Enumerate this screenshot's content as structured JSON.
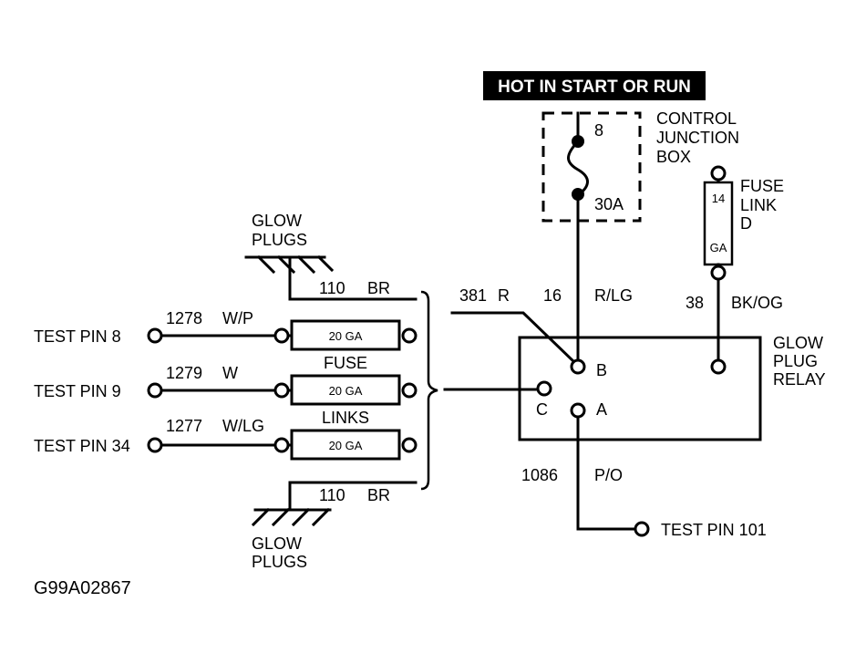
{
  "banner": "HOT IN START OR RUN",
  "junction_box": {
    "label_lines": [
      "CONTROL",
      "JUNCTION",
      "BOX"
    ],
    "fuse_top_pin": "8",
    "fuse_rating": "30A"
  },
  "fuse_link_d": {
    "label_lines": [
      "FUSE",
      "LINK",
      "D"
    ],
    "gauge_top": "14",
    "gauge_bottom": "GA"
  },
  "glow_plugs_top": [
    "GLOW",
    "PLUGS"
  ],
  "glow_plugs_bottom": [
    "GLOW",
    "PLUGS"
  ],
  "wires": {
    "top_br": {
      "circuit": "110",
      "color": "BR"
    },
    "bottom_br": {
      "circuit": "110",
      "color": "BR"
    },
    "r381": {
      "circuit": "381",
      "color": "R"
    },
    "rlg16": {
      "circuit": "16",
      "color": "R/LG"
    },
    "bkog38": {
      "circuit": "38",
      "color": "BK/OG"
    },
    "po1086": {
      "circuit": "1086",
      "color": "P/O"
    },
    "wp1278": {
      "circuit": "1278",
      "color": "W/P"
    },
    "w1279": {
      "circuit": "1279",
      "color": "W"
    },
    "wlg1277": {
      "circuit": "1277",
      "color": "W/LG"
    }
  },
  "fuse_links": {
    "label_top": "FUSE",
    "label_bottom": "LINKS",
    "gauges": [
      "20 GA",
      "20 GA",
      "20 GA"
    ]
  },
  "test_pins": [
    "TEST PIN 8",
    "TEST PIN 9",
    "TEST PIN 34",
    "TEST PIN 101"
  ],
  "relay": {
    "label_lines": [
      "GLOW",
      "PLUG",
      "RELAY"
    ],
    "terminal_b": "B",
    "terminal_c": "C",
    "terminal_a": "A"
  },
  "figure_id": "G99A02867"
}
